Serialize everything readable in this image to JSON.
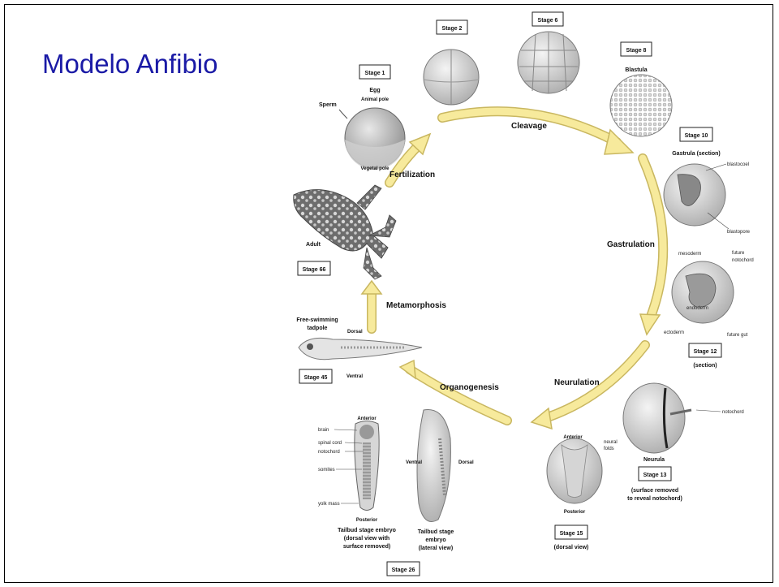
{
  "title": "Modelo Anfibio",
  "cycle": {
    "processes": {
      "fertilization": "Fertilization",
      "cleavage": "Cleavage",
      "gastrulation": "Gastrulation",
      "neurulation": "Neurulation",
      "organogenesis": "Organogenesis",
      "metamorphosis": "Metamorphosis"
    },
    "stage1": {
      "box": "Stage 1",
      "name": "Egg",
      "animal_pole": "Animal pole",
      "vegetal_pole": "Vegetal pole",
      "sperm": "Sperm"
    },
    "stage2": {
      "box": "Stage 2"
    },
    "stage6": {
      "box": "Stage 6"
    },
    "stage8": {
      "box": "Stage 8",
      "name": "Blastula"
    },
    "stage10": {
      "box": "Stage 10",
      "name": "Gastrula (section)",
      "blastocoel": "blastocoel",
      "blastopore": "blastopore"
    },
    "stage12": {
      "box": "Stage 12",
      "note": "(section)",
      "mesoderm": "mesoderm",
      "future_notochord_1": "future",
      "future_notochord_2": "notochord",
      "endoderm": "endoderm",
      "ectoderm": "ectoderm",
      "future_gut": "future gut"
    },
    "stage13": {
      "box": "Stage 13",
      "name": "Neurula",
      "notochord": "notochord",
      "note_1": "(surface removed",
      "note_2": "to reveal notochord)"
    },
    "stage15": {
      "box": "Stage 15",
      "anterior": "Anterior",
      "posterior": "Posterior",
      "neural_1": "neural",
      "neural_2": "folds",
      "note": "(dorsal view)"
    },
    "stage26": {
      "box": "Stage 26",
      "anterior": "Anterior",
      "posterior": "Posterior",
      "brain": "brain",
      "spinal_cord": "spinal cord",
      "notochord": "notochord",
      "somites": "somites",
      "yolk_mass": "yolk mass",
      "left_caption_1": "Tailbud stage embryo",
      "left_caption_2": "(dorsal view with",
      "left_caption_3": "surface removed)",
      "ventral": "Ventral",
      "dorsal": "Dorsal",
      "right_caption_1": "Tailbud stage",
      "right_caption_2": "embryo",
      "right_caption_3": "(lateral view)"
    },
    "stage45": {
      "box": "Stage 45",
      "name_1": "Free-swimming",
      "name_2": "tadpole",
      "dorsal": "Dorsal",
      "ventral": "Ventral"
    },
    "stage66": {
      "box": "Stage 66",
      "name": "Adult"
    }
  },
  "colors": {
    "title": "#1a1aa6",
    "arrow": "#f7ea9c",
    "arrow_edge": "#c9b760"
  }
}
